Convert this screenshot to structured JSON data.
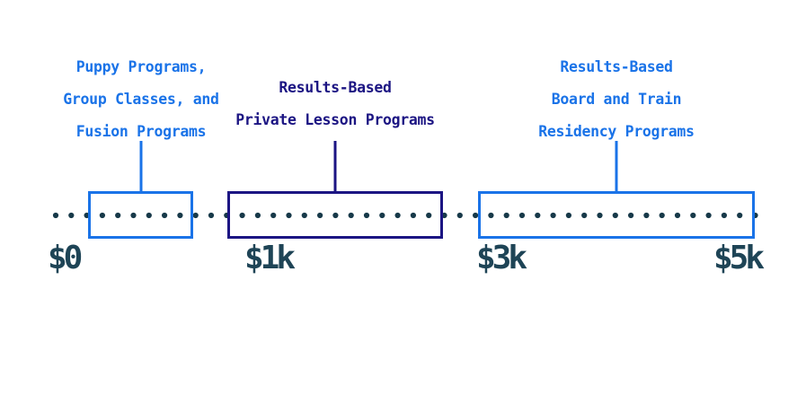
{
  "colors": {
    "bright_blue": "#1a73e8",
    "navy": "#1c1583",
    "dots": "#173949",
    "tick_text": "#1e4456"
  },
  "axis": {
    "ticks": [
      {
        "label": "$0"
      },
      {
        "label": "$1k"
      },
      {
        "label": "$3k"
      },
      {
        "label": "$5k"
      }
    ]
  },
  "ranges": [
    {
      "lines": [
        "Puppy Programs,",
        "Group Classes, and",
        "Fusion Programs"
      ],
      "color": "bright_blue"
    },
    {
      "lines": [
        "Results-Based",
        "Private Lesson Programs"
      ],
      "color": "navy"
    },
    {
      "lines": [
        "Results-Based",
        "Board and Train",
        "Residency Programs"
      ],
      "color": "bright_blue"
    }
  ]
}
